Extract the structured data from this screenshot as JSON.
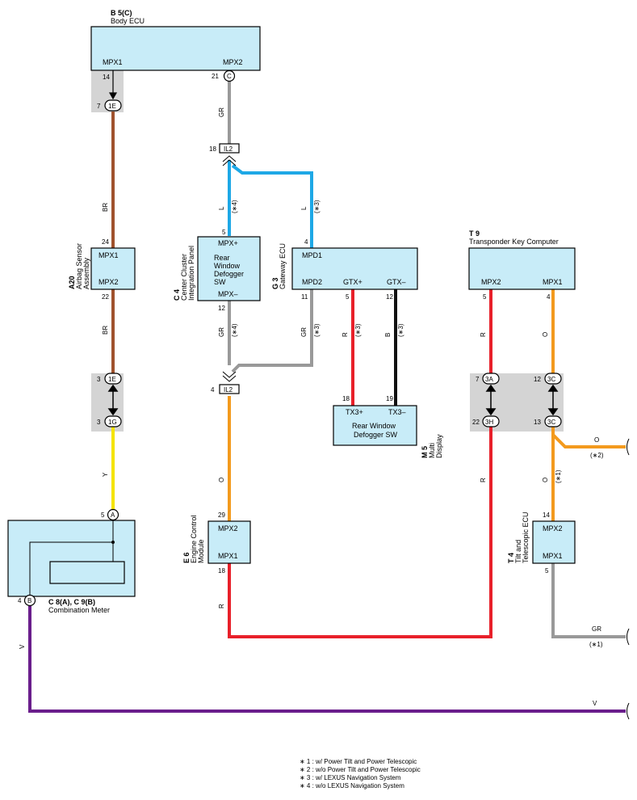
{
  "components": {
    "body_ecu": {
      "code": "B 5(C)",
      "name": "Body ECU",
      "pin_left": "MPX1",
      "pin_right": "MPX2"
    },
    "airbag": {
      "code": "A20",
      "name_line1": "Airbag Sensor",
      "name_line2": "Assembly",
      "pin_top": "MPX1",
      "pin_bottom": "MPX2"
    },
    "center_cluster": {
      "code": "C 4",
      "name_line1": "Center Cluster",
      "name_line2": "Integration Panel",
      "pin_top": "MPX+",
      "body1": "Rear",
      "body2": "Window",
      "body3": "Defogger",
      "body4": "SW",
      "pin_bottom": "MPX–"
    },
    "gateway": {
      "code": "G 3",
      "name": "Gateway ECU",
      "pin_mpd1": "MPD1",
      "pin_mpd2": "MPD2",
      "pin_gtxp": "GTX+",
      "pin_gtxm": "GTX–"
    },
    "multi_display": {
      "code": "M 5",
      "name_line1": "Multi",
      "name_line2": "Display",
      "pin_left": "TX3+",
      "pin_right": "TX3–",
      "body1": "Rear Window",
      "body2": "Defogger SW"
    },
    "transponder": {
      "code": "T 9",
      "name": "Transponder Key Computer",
      "pin_left": "MPX2",
      "pin_right": "MPX1"
    },
    "engine": {
      "code": "E 6",
      "name_line1": "Engine Control",
      "name_line2": "Module",
      "pin_top": "MPX2",
      "pin_bottom": "MPX1"
    },
    "tilt": {
      "code": "T 4",
      "name_line1": "Tilt and",
      "name_line2": "Telescopic ECU",
      "pin_top": "MPX2",
      "pin_bottom": "MPX1"
    },
    "meter": {
      "code": "C 8(A), C 9(B)",
      "name": "Combination Meter"
    }
  },
  "connectors": {
    "c_1e_top": "1E",
    "c_1e_mid": "1E",
    "c_1g": "1G",
    "c_il2_top": "IL2",
    "c_il2_bot": "IL2",
    "c_3a": "3A",
    "c_3h": "3H",
    "c_3c_top": "3C",
    "c_3c_bot": "3C",
    "c_c": "C",
    "c_a": "A",
    "c_b": "B"
  },
  "pins": {
    "p14": "14",
    "p7": "7",
    "p21": "21",
    "p18a": "18",
    "p24": "24",
    "p22": "22",
    "p3a": "3",
    "p3b": "3",
    "p5a": "5",
    "p5b": "5",
    "p4a": "4",
    "p4b": "4",
    "p4c": "4",
    "p12a": "12",
    "p11": "11",
    "p5c": "5",
    "p12b": "12",
    "p18b": "18",
    "p19": "19",
    "p29": "29",
    "p18c": "18",
    "p5d": "5",
    "p4d": "4",
    "p7b": "7",
    "p12c": "12",
    "p22b": "22",
    "p13": "13",
    "p14b": "14",
    "p5e": "5"
  },
  "wires": {
    "br1": "BR",
    "br2": "BR",
    "gr1": "GR",
    "gr2": "GR",
    "gr3": "GR",
    "gr4": "GR",
    "l1": "L",
    "l2": "L",
    "y": "Y",
    "v1": "V",
    "v2": "V",
    "r1": "R",
    "r2": "R",
    "r3": "R",
    "r4": "R",
    "b": "B",
    "o1": "O",
    "o2": "O",
    "o3": "O",
    "o4": "O"
  },
  "marks": {
    "m4a": "(∗4)",
    "m3a": "(∗3)",
    "m4b": "(∗4)",
    "m3b": "(∗3)",
    "m3c": "(∗3)",
    "m3d": "(∗3)",
    "m2": "(∗2)",
    "m1a": "(∗1)",
    "m1b": "(∗1)"
  },
  "notes": [
    "∗ 1 : w/ Power Tilt and Power Telescopic",
    "∗ 2 : w/o Power Tilt and Power Telescopic",
    "∗ 3 : w/ LEXUS Navigation System",
    "∗ 4 : w/o LEXUS Navigation System"
  ],
  "colors": {
    "br": "#a0522d",
    "gr": "#999999",
    "l": "#1ea8e6",
    "r": "#e8202a",
    "b": "#111111",
    "o": "#f39a1e",
    "y": "#f5e400",
    "v": "#6a1e8c",
    "box": "#c8ecf8"
  }
}
